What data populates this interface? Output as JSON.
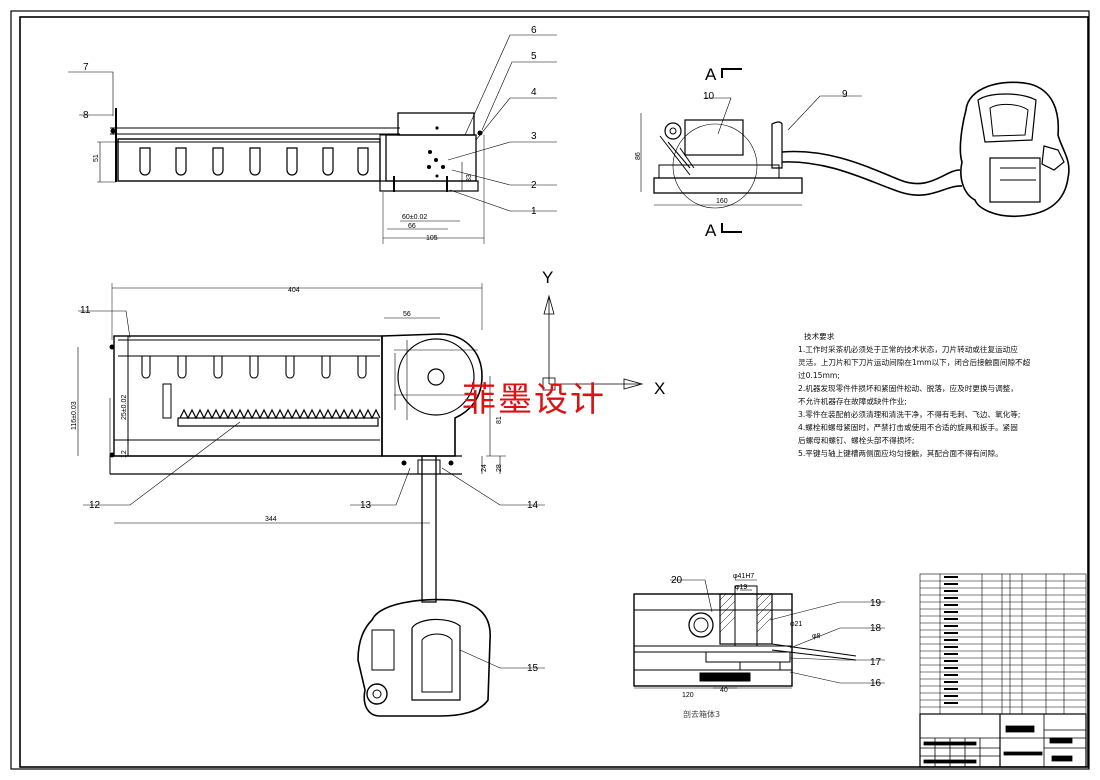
{
  "part_labels": [
    "1",
    "2",
    "3",
    "4",
    "5",
    "6",
    "7",
    "8",
    "9",
    "10",
    "11",
    "12",
    "13",
    "14",
    "15",
    "16",
    "17",
    "18",
    "19",
    "20"
  ],
  "dimensions": {
    "d51": "51",
    "d33": "33",
    "d60": "60±0.02",
    "d66": "66",
    "d105": "105",
    "d86": "86",
    "d160": "160",
    "d404": "404",
    "d56": "56",
    "d116": "116±0.03",
    "d25": "25±0.02",
    "d12": "12",
    "d81": "81",
    "d24": "24",
    "d28": "28",
    "d344": "344",
    "d120": "120",
    "d40": "40",
    "d41": "φ41H7",
    "d19": "φ19",
    "d21": "φ21",
    "d8": "φ8"
  },
  "section": {
    "a_top": "A",
    "a_bottom": "A"
  },
  "axes": {
    "y": "Y",
    "x": "X"
  },
  "watermark": "菲墨设计",
  "tech_req": {
    "title": "技术要求",
    "lines": [
      "1.工作时采茶机必须处于正常的技术状态，刀片转动或往复运动应",
      "灵活，上刀片和下刀片运动间隙在1mm以下，闭合后接触面间隙不超",
      "过0.15mm;",
      "2.机器发现零件件损坏和紧固件松动、脱落，应及时更换与调整，",
      "不允许机器存在故障或缺件作业;",
      "3.零件在装配前必须清理和清洗干净，不得有毛刺、飞边、氧化等;",
      "4.螺栓和螺母紧固时，严禁打击或使用不合适的旋具和扳手。紧固",
      "后螺母和螺钉、螺栓头部不得损坏;",
      "5.平键与轴上键槽两侧面应均匀接触，其配合面不得有间隙。"
    ]
  },
  "caption": "剖去箱体3",
  "colors": {
    "line": "#000000",
    "watermark": "#dd1111"
  }
}
